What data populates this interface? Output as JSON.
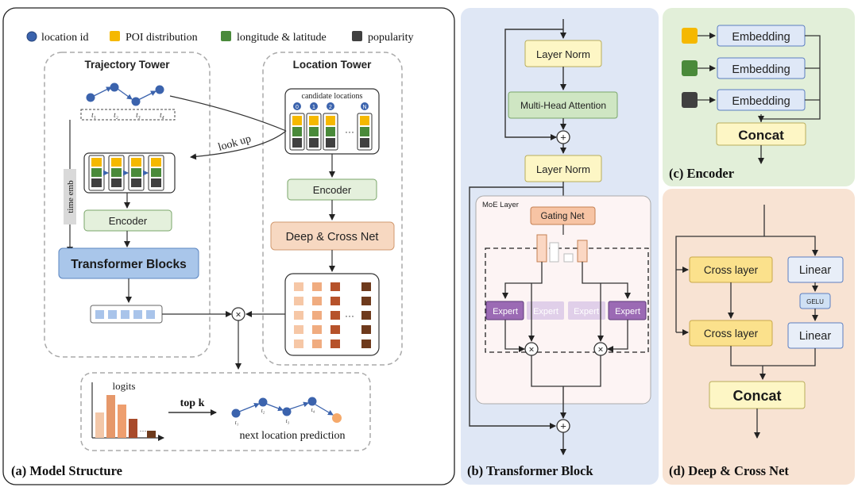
{
  "legend": {
    "location_id": "location id",
    "poi_distribution": "POI distribution",
    "longitude_latitude": "longitude & latitude",
    "popularity": "popularity"
  },
  "panel_a": {
    "caption": "(a) Model Structure",
    "trajectory_tower": "Trajectory Tower",
    "location_tower": "Location Tower",
    "time_labels": [
      "t₁",
      "t₂",
      "t₃",
      "t₄"
    ],
    "candidate_locations": "candidate locations",
    "candidate_ids": [
      "0",
      "1",
      "2",
      "N"
    ],
    "ellipsis": "···",
    "look_up": "look up",
    "time_emb": "time emb",
    "encoder_left": "Encoder",
    "encoder_right": "Encoder",
    "transformer_blocks": "Transformer Blocks",
    "deep_cross_net": "Deep & Cross Net",
    "logits": "logits",
    "top_k": "top k",
    "next_location_prediction": "next location prediction",
    "pred_time_labels": [
      "t₁",
      "t₂",
      "t₃",
      "t₄"
    ]
  },
  "panel_b": {
    "caption": "(b) Transformer Block",
    "layer_norm_1": "Layer Norm",
    "mha": "Multi-Head Attention",
    "layer_norm_2": "Layer Norm",
    "moe_layer": "MoE Layer",
    "gating_net": "Gating Net",
    "experts": [
      "Expert",
      "Expert",
      "Expert",
      "Expert"
    ]
  },
  "panel_c": {
    "caption": "(c) Encoder",
    "embedding": [
      "Embedding",
      "Embedding",
      "Embedding"
    ],
    "concat": "Concat"
  },
  "panel_d": {
    "caption": "(d) Deep & Cross Net",
    "cross_layer_1": "Cross layer",
    "cross_layer_2": "Cross layer",
    "linear_1": "Linear",
    "gelu": "GELU",
    "linear_2": "Linear",
    "concat": "Concat"
  },
  "colors": {
    "location": "#3b63ad",
    "poi": "#f5b800",
    "lonlat": "#4a8a3a",
    "popularity": "#404040",
    "panel_b_bg": "#dfe7f5",
    "panel_c_bg": "#e2efd9",
    "panel_d_bg": "#f8e3d3"
  }
}
